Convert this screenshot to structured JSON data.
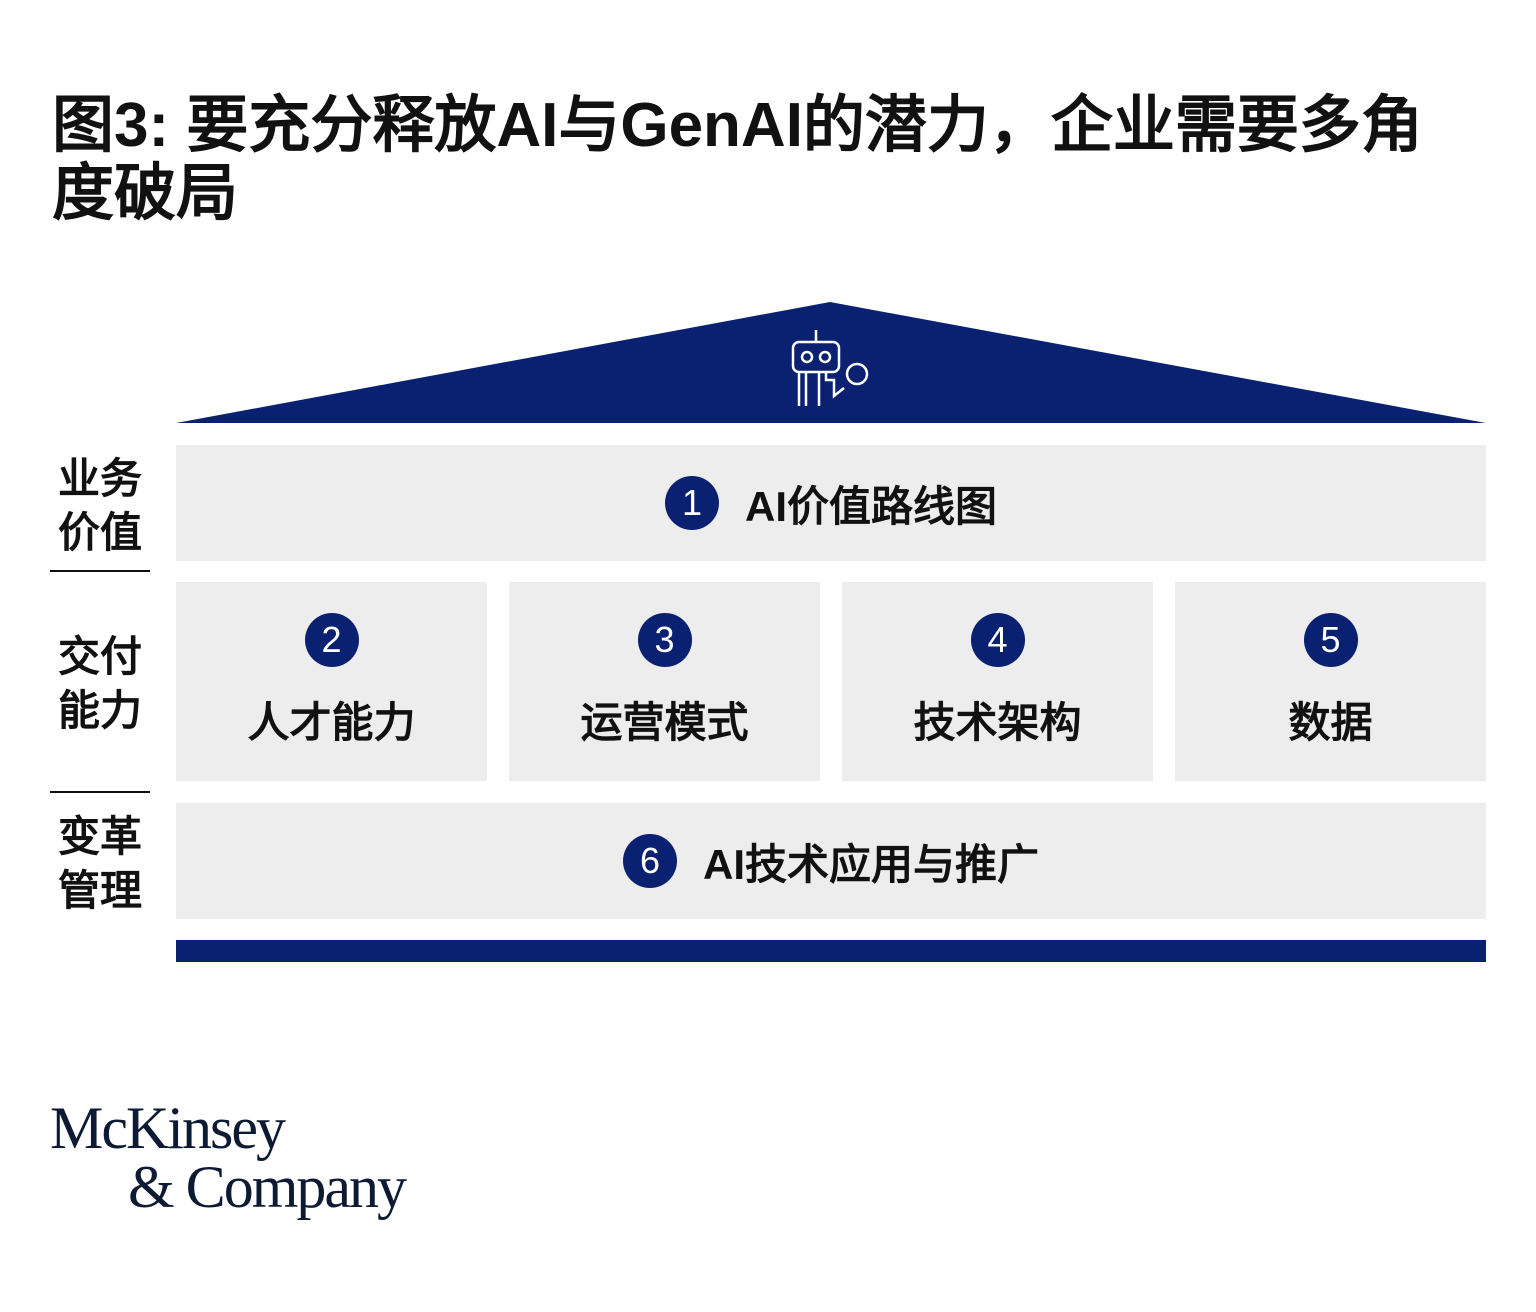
{
  "title": "图3: 要充分释放AI与GenAI的潜力，企业需要多角度破局",
  "side_labels": [
    {
      "line1": "业务",
      "line2": "价值"
    },
    {
      "line1": "交付",
      "line2": "能力"
    },
    {
      "line1": "变革",
      "line2": "管理"
    }
  ],
  "roof_icon": "robot-icon",
  "blocks": [
    {
      "num": "1",
      "label": "AI价值路线图"
    },
    {
      "num": "2",
      "label": "人才能力"
    },
    {
      "num": "3",
      "label": "运营模式"
    },
    {
      "num": "4",
      "label": "技术架构"
    },
    {
      "num": "5",
      "label": "数据"
    },
    {
      "num": "6",
      "label": "AI技术应用与推广"
    }
  ],
  "logo": {
    "line1": "McKinsey",
    "line2": "& Company"
  },
  "colors": {
    "navy": "#0a2172",
    "box": "#ededed"
  }
}
